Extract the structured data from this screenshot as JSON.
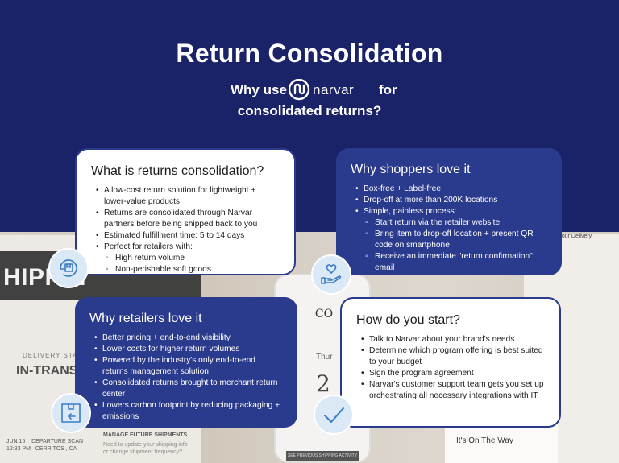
{
  "header": {
    "title": "Return Consolidation",
    "why_use": "Why use",
    "brand": "narvar",
    "for_word": "for",
    "subtitle_line2": "consolidated returns?"
  },
  "colors": {
    "navy": "#1b2368",
    "card_navy": "#2a3a8c",
    "icon_bg": "#dbe8f5",
    "icon_stroke": "#3a7cc4"
  },
  "cards": {
    "what": {
      "title": "What is returns consolidation?",
      "icon": "return-box-icon",
      "items": [
        "A low-cost return solution for lightweight + lower-value products",
        "Returns are consolidated through Narvar partners before being shipped back to you",
        "Estimated fulfillment time: 5 to 14 days",
        "Perfect for retailers with:"
      ],
      "subitems": [
        "High return volume",
        "Non-perishable soft goods"
      ]
    },
    "shoppers": {
      "title": "Why shoppers love it",
      "icon": "heart-hand-icon",
      "items": [
        "Box-free + Label-free",
        "Drop-off at more than  200K locations",
        "Simple, painless process:"
      ],
      "subitems": [
        "Start return via the retailer website",
        "Bring item to drop-off location + present QR code on smartphone",
        "Receive an immediate \"return confirmation\" email"
      ]
    },
    "retailers": {
      "title": "Why retailers love it",
      "icon": "package-return-icon",
      "items": [
        "Better pricing + end-to-end visibility",
        "Lower costs for higher return volumes",
        "Powered by the industry's only end-to-end returns management solution",
        "Consolidated returns brought to merchant return center",
        "Lowers carbon footprint by reducing packaging + emissions"
      ]
    },
    "start": {
      "title": "How do you start?",
      "icon": "checkmark-icon",
      "items": [
        "Talk to Narvar about your brand's needs",
        "Determine which program offering is best suited to your budget",
        "Sign the program agreement",
        "Narvar's customer support team gets you set up orchestrating all necessary integrations with IT"
      ]
    }
  },
  "background": {
    "shipping_header": "HIPPIN",
    "delivery_status_label": "DELIVERY STATUS",
    "delivery_status_value": "IN-TRANSIT",
    "scan_text": "JUN 15    DEPARTURE SCAN\n12:33 PM   CERRITOS , CA",
    "manage_title": "MANAGE FUTURE SHIPMENTS",
    "manage_text": "Need to update your shipping info or change shipment frequency?",
    "phone_brand": "CO",
    "phone_day": "Thur",
    "phone_date": "2",
    "right_header": "dates About Your Delivery",
    "on_the_way": "It's On The Way",
    "strip_text": "SEE PREVIOUS SHIPPING ACTIVITY"
  }
}
